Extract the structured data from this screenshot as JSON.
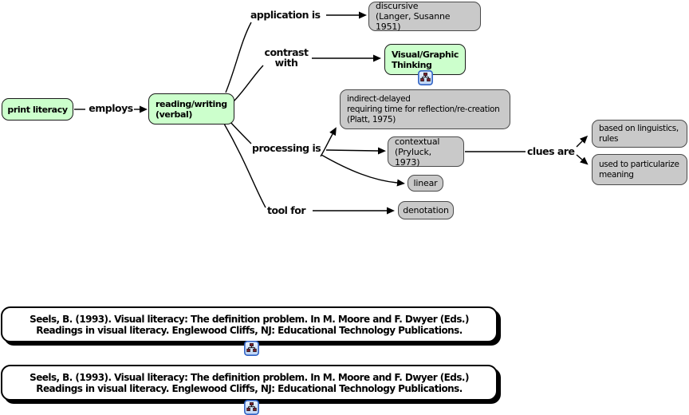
{
  "map": {
    "concepts": {
      "print_literacy": "print literacy",
      "reading_writing": "reading/writing\n(verbal)",
      "discursive": "discursive\n(Langer, Susanne 1951)",
      "visual_graphic_thinking": "Visual/Graphic\nThinking",
      "indirect_delayed": "indirect-delayed\nrequiring time for reflection/re-creation\n(Platt, 1975)",
      "contextual": "contextual\n(Pryluck, 1973)",
      "linear": "linear",
      "denotation": "denotation",
      "based_on_linguistics": "based on linguistics,\nrules",
      "used_to_particularize": "used to particularize\nmeaning"
    },
    "linking_phrases": {
      "employs": "employs",
      "application_is": "application is",
      "contrast_with": "contrast\nwith",
      "processing_is": "processing is",
      "tool_for": "tool for",
      "clues_are": "clues are"
    },
    "citations": {
      "citation_1": "Seels, B. (1993). Visual literacy: The definition problem. In M. Moore and F. Dwyer (Eds.)\nReadings in visual literacy. Englewood Cliffs, NJ: Educational Technology Publications.",
      "citation_2": "Seels, B. (1993). Visual literacy: The definition problem. In M. Moore and F. Dwyer (Eds.)\nReadings in visual literacy. Englewood Cliffs, NJ: Educational Technology Publications."
    },
    "icons": {
      "cmap_resource": "concept-map-resource-icon"
    },
    "colors": {
      "concept_green": "#ccffcc",
      "concept_gray": "#c9c9c9",
      "node_border": "#4a4a4a",
      "connector": "#000000",
      "icon_blue": "#2f62c4",
      "icon_node_red": "#7a2030"
    }
  }
}
